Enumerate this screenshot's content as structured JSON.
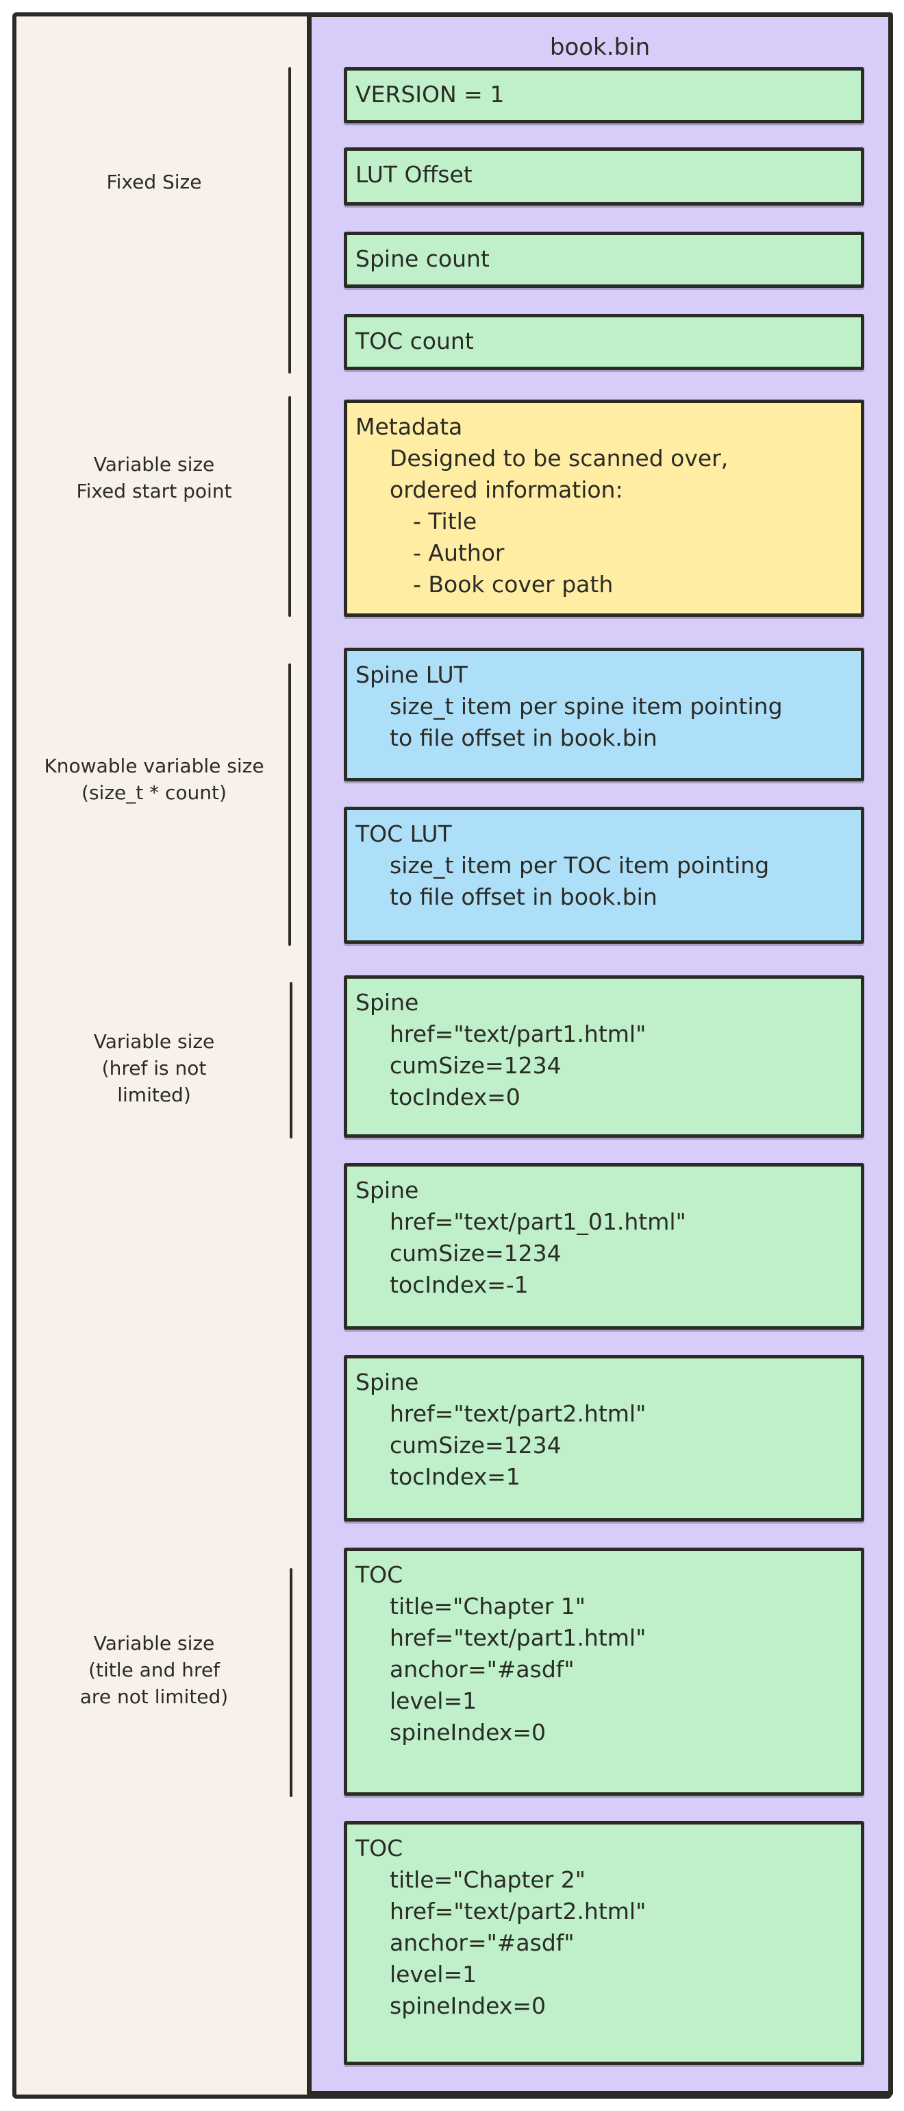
{
  "page": {
    "title": "book.bin"
  },
  "colors": {
    "background": "#ffffff",
    "panel_cream": "#f7f1ea",
    "container_purple": "#d7cdf8",
    "box_green": "#bff0ca",
    "box_yellow": "#ffeda4",
    "box_blue": "#aedff8",
    "stroke": "#2b2b26"
  },
  "file_layout": {
    "title": "book.bin",
    "boxes": [
      {
        "id": "version",
        "color": "green",
        "lines": [
          {
            "text": "VERSION = 1",
            "indent": 0
          }
        ]
      },
      {
        "id": "lut-offset",
        "color": "green",
        "lines": [
          {
            "text": "LUT Offset",
            "indent": 0
          }
        ]
      },
      {
        "id": "spine-count",
        "color": "green",
        "lines": [
          {
            "text": "Spine count",
            "indent": 0
          }
        ]
      },
      {
        "id": "toc-count",
        "color": "green",
        "lines": [
          {
            "text": "TOC count",
            "indent": 0
          }
        ]
      },
      {
        "id": "metadata",
        "color": "yellow",
        "lines": [
          {
            "text": "Metadata",
            "indent": 0
          },
          {
            "text": "Designed to be scanned over,",
            "indent": 1
          },
          {
            "text": "ordered information:",
            "indent": 1
          },
          {
            "text": "- Title",
            "indent": 2
          },
          {
            "text": "- Author",
            "indent": 2
          },
          {
            "text": "- Book cover path",
            "indent": 2
          }
        ]
      },
      {
        "id": "spine-lut",
        "color": "blue",
        "lines": [
          {
            "text": "Spine LUT",
            "indent": 0
          },
          {
            "text": "size_t item per spine item pointing",
            "indent": 1
          },
          {
            "text": "to file offset in book.bin",
            "indent": 1
          }
        ]
      },
      {
        "id": "toc-lut",
        "color": "blue",
        "lines": [
          {
            "text": "TOC LUT",
            "indent": 0
          },
          {
            "text": "size_t item per TOC item pointing",
            "indent": 1
          },
          {
            "text": "to file offset in book.bin",
            "indent": 1
          }
        ]
      },
      {
        "id": "spine-1",
        "color": "green",
        "lines": [
          {
            "text": "Spine",
            "indent": 0
          },
          {
            "text": "href=\"text/part1.html\"",
            "indent": 1
          },
          {
            "text": "cumSize=1234",
            "indent": 1
          },
          {
            "text": "tocIndex=0",
            "indent": 1
          }
        ]
      },
      {
        "id": "spine-2",
        "color": "green",
        "lines": [
          {
            "text": "Spine",
            "indent": 0
          },
          {
            "text": "href=\"text/part1_01.html\"",
            "indent": 1
          },
          {
            "text": "cumSize=1234",
            "indent": 1
          },
          {
            "text": "tocIndex=-1",
            "indent": 1
          }
        ]
      },
      {
        "id": "spine-3",
        "color": "green",
        "lines": [
          {
            "text": "Spine",
            "indent": 0
          },
          {
            "text": "href=\"text/part2.html\"",
            "indent": 1
          },
          {
            "text": "cumSize=1234",
            "indent": 1
          },
          {
            "text": "tocIndex=1",
            "indent": 1
          }
        ]
      },
      {
        "id": "toc-1",
        "color": "green",
        "lines": [
          {
            "text": "TOC",
            "indent": 0
          },
          {
            "text": "title=\"Chapter 1\"",
            "indent": 1
          },
          {
            "text": "href=\"text/part1.html\"",
            "indent": 1
          },
          {
            "text": "anchor=\"#asdf\"",
            "indent": 1
          },
          {
            "text": "level=1",
            "indent": 1
          },
          {
            "text": "spineIndex=0",
            "indent": 1
          }
        ]
      },
      {
        "id": "toc-2",
        "color": "green",
        "lines": [
          {
            "text": "TOC",
            "indent": 0
          },
          {
            "text": "title=\"Chapter 2\"",
            "indent": 1
          },
          {
            "text": "href=\"text/part2.html\"",
            "indent": 1
          },
          {
            "text": "anchor=\"#asdf\"",
            "indent": 1
          },
          {
            "text": "level=1",
            "indent": 1
          },
          {
            "text": "spineIndex=0",
            "indent": 1
          }
        ]
      }
    ]
  },
  "side_labels": [
    {
      "id": "fixed-size",
      "lines": [
        "Fixed Size"
      ]
    },
    {
      "id": "variable-fixed-start",
      "lines": [
        "Variable size",
        "Fixed start point"
      ]
    },
    {
      "id": "knowable-variable",
      "lines": [
        "Knowable variable size",
        "(size_t * count)"
      ]
    },
    {
      "id": "variable-href",
      "lines": [
        "Variable size",
        "(href is not",
        "limited)"
      ]
    },
    {
      "id": "variable-title-href",
      "lines": [
        "Variable size",
        "(title and href",
        "are not limited)"
      ]
    }
  ]
}
